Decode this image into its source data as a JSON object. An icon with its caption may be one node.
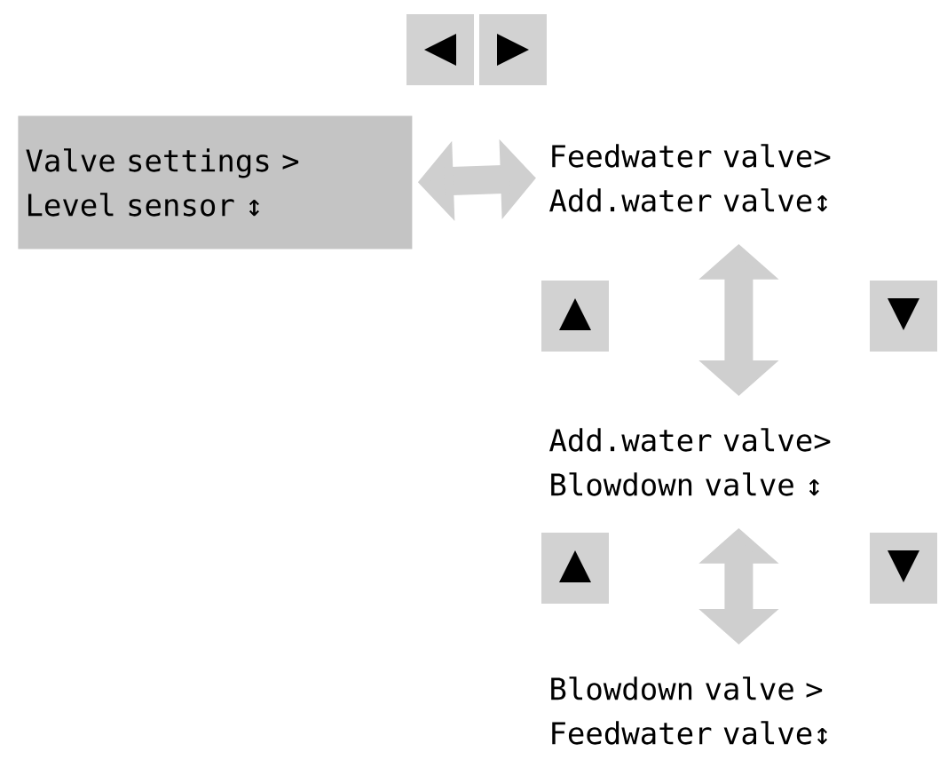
{
  "diagram": {
    "nodes": [
      {
        "text": [
          "Valve settings >",
          "Level sensor ↕"
        ]
      },
      {
        "text": [
          "Feedwater valve>",
          "Add.water valve↕"
        ]
      },
      {
        "text": [
          "Add.water valve>",
          "Blowdown valve ↕"
        ]
      },
      {
        "text": [
          "Blowdown valve >",
          "Feedwater valve↕"
        ]
      }
    ],
    "edges": [
      {
        "from": 0,
        "to": 1,
        "arrow": "both"
      },
      {
        "from": 1,
        "to": 2,
        "arrow": "both"
      },
      {
        "from": 2,
        "to": 3,
        "arrow": "both"
      }
    ]
  }
}
